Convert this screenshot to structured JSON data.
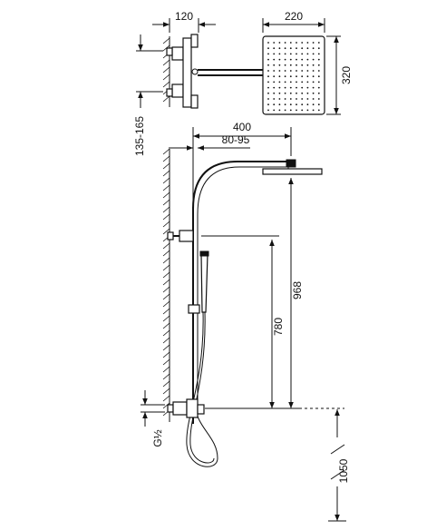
{
  "dimensions": {
    "valve_depth": "120",
    "head_width": "220",
    "head_height": "320",
    "wall_gap": "135-165",
    "arm_reach": "400",
    "bar_offset": "80-95",
    "head_height_total": "968",
    "wall_outlet_height": "780",
    "floor_height": "1050",
    "thread_size": "G½"
  },
  "icons": [
    "wall-section-icon",
    "shower-head-icon",
    "hand-shower-icon"
  ]
}
